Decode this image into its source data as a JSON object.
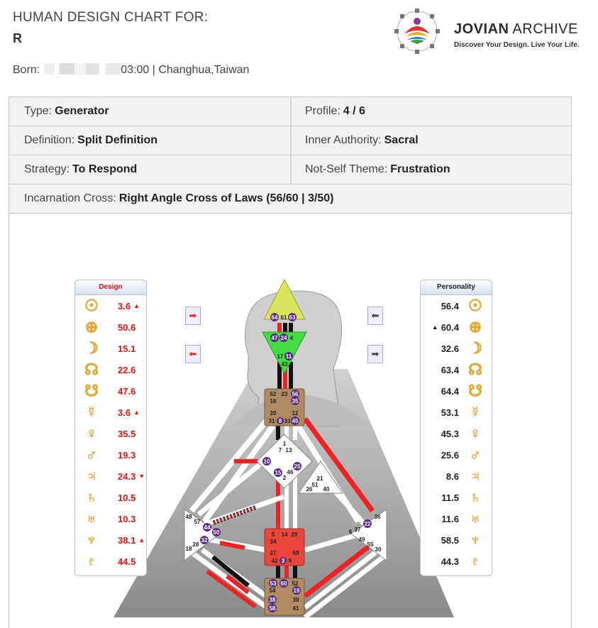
{
  "header": {
    "title": "HUMAN DESIGN CHART FOR:",
    "name": "R",
    "born_label": "Born:",
    "born_rest": "03:00 | Changhua,Taiwan",
    "brand_bold": "JOVIAN",
    "brand_rest": " ARCHIVE",
    "tagline": "Discover Your Design. Live Your Life."
  },
  "info": {
    "type_label": "Type:",
    "type_value": "Generator",
    "profile_label": "Profile:",
    "profile_value": "4 / 6",
    "definition_label": "Definition:",
    "definition_value": "Split Definition",
    "authority_label": "Inner Authority:",
    "authority_value": "Sacral",
    "strategy_label": "Strategy:",
    "strategy_value": "To Respond",
    "notself_label": "Not-Self Theme:",
    "notself_value": "Frustration",
    "cross_label": "Incarnation Cross:",
    "cross_value": "Right Angle Cross of Laws  (56/60 | 3/50)"
  },
  "design": {
    "title": "Design",
    "items": [
      {
        "glyph": "☉",
        "value": "3.6",
        "mark": "▲"
      },
      {
        "glyph": "⊕",
        "value": "50.6",
        "mark": ""
      },
      {
        "glyph": "☽",
        "value": "15.1",
        "mark": ""
      },
      {
        "glyph": "☊",
        "value": "22.6",
        "mark": ""
      },
      {
        "glyph": "☋",
        "value": "47.6",
        "mark": ""
      },
      {
        "glyph": "☿",
        "value": "3.6",
        "mark": "▲"
      },
      {
        "glyph": "♀",
        "value": "35.5",
        "mark": ""
      },
      {
        "glyph": "♂",
        "value": "19.3",
        "mark": ""
      },
      {
        "glyph": "♃",
        "value": "24.3",
        "mark": "▼"
      },
      {
        "glyph": "♄",
        "value": "10.5",
        "mark": ""
      },
      {
        "glyph": "♅",
        "value": "10.3",
        "mark": ""
      },
      {
        "glyph": "♆",
        "value": "38.1",
        "mark": "▲"
      },
      {
        "glyph": "♇",
        "value": "44.5",
        "mark": ""
      }
    ]
  },
  "personality": {
    "title": "Personality",
    "items": [
      {
        "glyph": "☉",
        "value": "56.4",
        "mark": ""
      },
      {
        "glyph": "⊕",
        "value": "60.4",
        "mark": "▲"
      },
      {
        "glyph": "☽",
        "value": "32.6",
        "mark": ""
      },
      {
        "glyph": "☊",
        "value": "63.4",
        "mark": ""
      },
      {
        "glyph": "☋",
        "value": "64.4",
        "mark": ""
      },
      {
        "glyph": "☿",
        "value": "53.1",
        "mark": ""
      },
      {
        "glyph": "♀",
        "value": "45.3",
        "mark": ""
      },
      {
        "glyph": "♂",
        "value": "25.6",
        "mark": ""
      },
      {
        "glyph": "♃",
        "value": "8.6",
        "mark": ""
      },
      {
        "glyph": "♄",
        "value": "11.5",
        "mark": ""
      },
      {
        "glyph": "♅",
        "value": "11.6",
        "mark": ""
      },
      {
        "glyph": "♆",
        "value": "58.5",
        "mark": ""
      },
      {
        "glyph": "♇",
        "value": "44.3",
        "mark": ""
      }
    ]
  },
  "arrows": {
    "top_left": "arrow-right-icon",
    "bottom_left": "arrow-left-icon",
    "top_right": "arrow-left-icon",
    "bottom_right": "arrow-right-icon"
  },
  "gates": {
    "head": [
      "64",
      "61",
      "63"
    ],
    "ajna": [
      "47",
      "24",
      "4",
      "17",
      "11",
      "43"
    ],
    "throat": [
      "62",
      "23",
      "56",
      "16",
      "35",
      "20",
      "12",
      "31",
      "8",
      "33",
      "45"
    ],
    "g": [
      "1",
      "7",
      "13",
      "10",
      "15",
      "2",
      "46",
      "25"
    ],
    "heart": [
      "21",
      "51",
      "26",
      "40"
    ],
    "spleen": [
      "48",
      "57",
      "44",
      "50",
      "32",
      "28",
      "18"
    ],
    "solar": [
      "36",
      "22",
      "37",
      "6",
      "49",
      "55",
      "30"
    ],
    "sacral": [
      "5",
      "14",
      "29",
      "34",
      "27",
      "59",
      "42",
      "3",
      "9"
    ],
    "root": [
      "53",
      "60",
      "52",
      "54",
      "19",
      "38",
      "39",
      "58",
      "41"
    ]
  }
}
